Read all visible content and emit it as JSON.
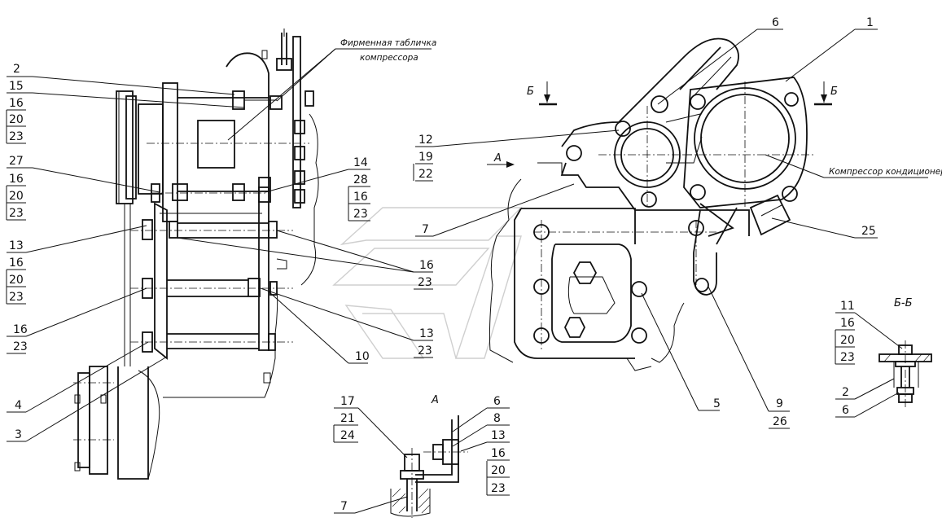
{
  "callouts": {
    "c2": "2",
    "c15": "15",
    "c16a": "16",
    "c20a": "20",
    "c23a": "23",
    "c27": "27",
    "c16b": "16",
    "c20b": "20",
    "c23b": "23",
    "c13": "13",
    "c16c": "16",
    "c20c": "20",
    "c23c": "23",
    "c16d": "16",
    "c23d": "23",
    "c4": "4",
    "c3": "3",
    "c14": "14",
    "c28": "28",
    "c16e": "16",
    "c23e": "23",
    "c16f": "16",
    "c23f": "23",
    "c13b": "13",
    "c23g": "23",
    "c10": "10",
    "c12": "12",
    "c19": "19",
    "c22": "22",
    "c7": "7",
    "c6": "6",
    "c1": "1",
    "c25": "25",
    "c5": "5",
    "c9": "9",
    "c26": "26",
    "c11": "11",
    "c16g": "16",
    "c20g": "20",
    "c23h": "23",
    "c2b": "2",
    "c6b": "6",
    "c17": "17",
    "c21": "21",
    "c24": "24",
    "c7b": "7",
    "c6c": "6",
    "c8": "8",
    "c13c": "13",
    "c16h": "16",
    "c20h": "20",
    "c23i": "23"
  },
  "notes": {
    "nameplate_l1": "Фирменная табличка",
    "nameplate_l2": "компрессора",
    "ac_compressor": "Компрессор кондиционера"
  },
  "views": {
    "section_b_left": "Б",
    "section_b_right": "Б",
    "arrow_a": "А",
    "view_a_title": "А",
    "section_bb_title": "Б-Б"
  }
}
